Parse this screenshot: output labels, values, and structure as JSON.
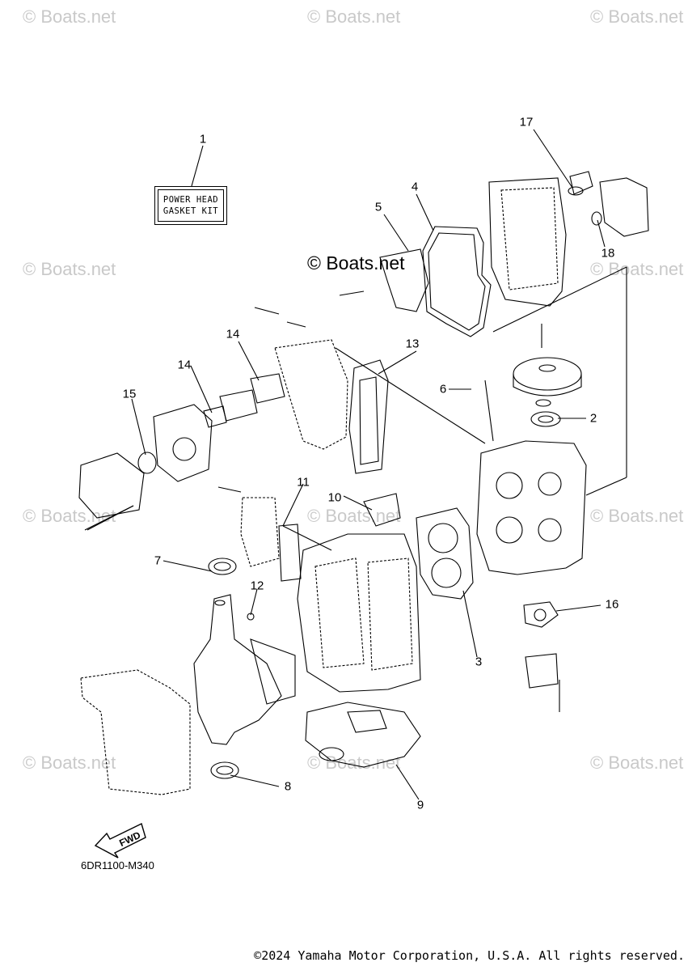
{
  "watermark": "© Boats.net",
  "diagram_watermark": "© Boats.net",
  "kit_label": {
    "line1": "POWER HEAD",
    "line2": "GASKET KIT"
  },
  "callouts": [
    "1",
    "2",
    "3",
    "4",
    "5",
    "6",
    "7",
    "8",
    "9",
    "10",
    "11",
    "12",
    "13",
    "14",
    "14",
    "15",
    "16",
    "17",
    "18"
  ],
  "direction_label": "FWD",
  "diagram_code": "6DR1100-M340",
  "copyright": "©2024 Yamaha Motor Corporation, U.S.A. All rights reserved."
}
